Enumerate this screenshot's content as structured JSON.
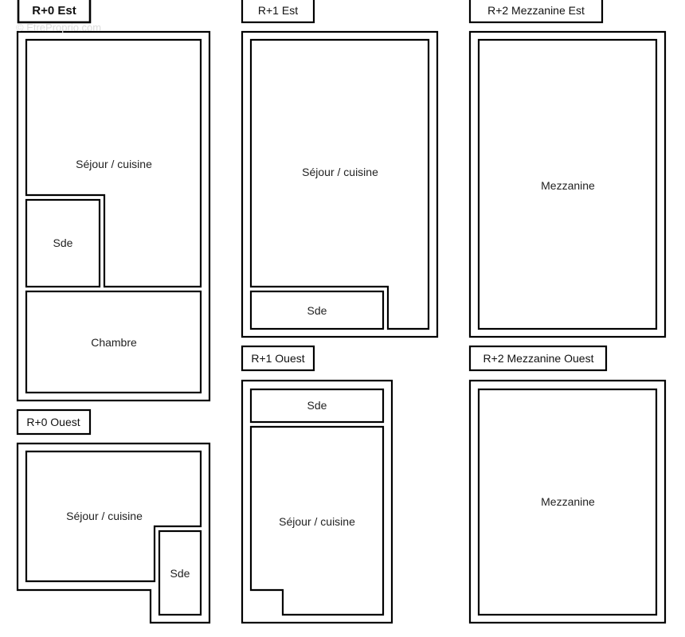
{
  "watermark": "© EtreProprio.com",
  "colors": {
    "line": "#000000",
    "background": "#ffffff",
    "text": "#222222"
  },
  "plans": {
    "r0est": {
      "title": "R+0 Est",
      "rooms": {
        "sejour": "Séjour / cuisine",
        "sde": "Sde",
        "chambre": "Chambre"
      }
    },
    "r0ouest": {
      "title": "R+0 Ouest",
      "rooms": {
        "sejour": "Séjour / cuisine",
        "sde": "Sde"
      }
    },
    "r1est": {
      "title": "R+1 Est",
      "rooms": {
        "sejour": "Séjour / cuisine",
        "sde": "Sde"
      }
    },
    "r1ouest": {
      "title": "R+1 Ouest",
      "rooms": {
        "sde": "Sde",
        "sejour": "Séjour / cuisine"
      }
    },
    "r2est": {
      "title": "R+2 Mezzanine Est",
      "rooms": {
        "mezzanine": "Mezzanine"
      }
    },
    "r2ouest": {
      "title": "R+2 Mezzanine Ouest",
      "rooms": {
        "mezzanine": "Mezzanine"
      }
    }
  }
}
